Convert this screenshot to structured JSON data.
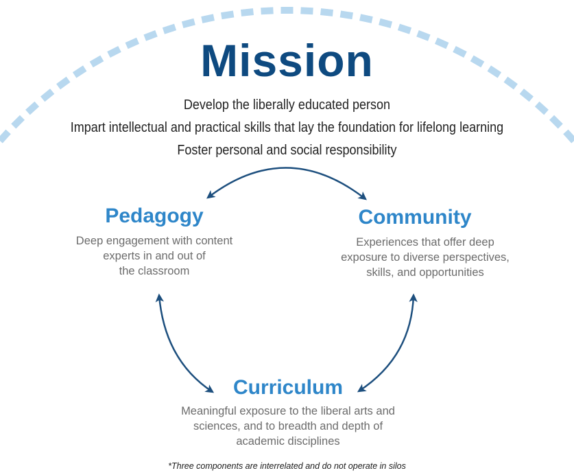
{
  "mission": {
    "title": "Mission",
    "lines": [
      "Develop the liberally educated person",
      "Impart intellectual and practical skills that lay the foundation for lifelong learning",
      "Foster personal and social responsibility"
    ]
  },
  "components": {
    "pedagogy": {
      "title": "Pedagogy",
      "lines": [
        "Deep engagement with content",
        "experts in and out of",
        "the classroom"
      ]
    },
    "community": {
      "title": "Community",
      "lines": [
        "Experiences that offer deep",
        "exposure to diverse perspectives,",
        "skills, and opportunities"
      ]
    },
    "curriculum": {
      "title": "Curriculum",
      "lines": [
        "Meaningful exposure to the liberal arts and",
        "sciences, and to breadth and depth of",
        "academic disciplines"
      ]
    }
  },
  "footnote": "*Three components are interrelated and do not operate in silos",
  "colors": {
    "arc": "#b8d8ef",
    "arrow": "#1d4f7e",
    "mission_title": "#0e4a80",
    "component_title": "#2e86c9"
  }
}
